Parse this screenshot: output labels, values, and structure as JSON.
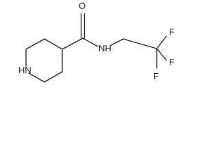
{
  "molecule": {
    "atoms": {
      "oxygen": "O",
      "ring_nitrogen": "HN",
      "amide_nitrogen": "NH",
      "fluorine_1": "F",
      "fluorine_2": "F",
      "fluorine_3": "F"
    },
    "colors": {
      "ink": "#231f20",
      "background": "#ffffff"
    }
  }
}
